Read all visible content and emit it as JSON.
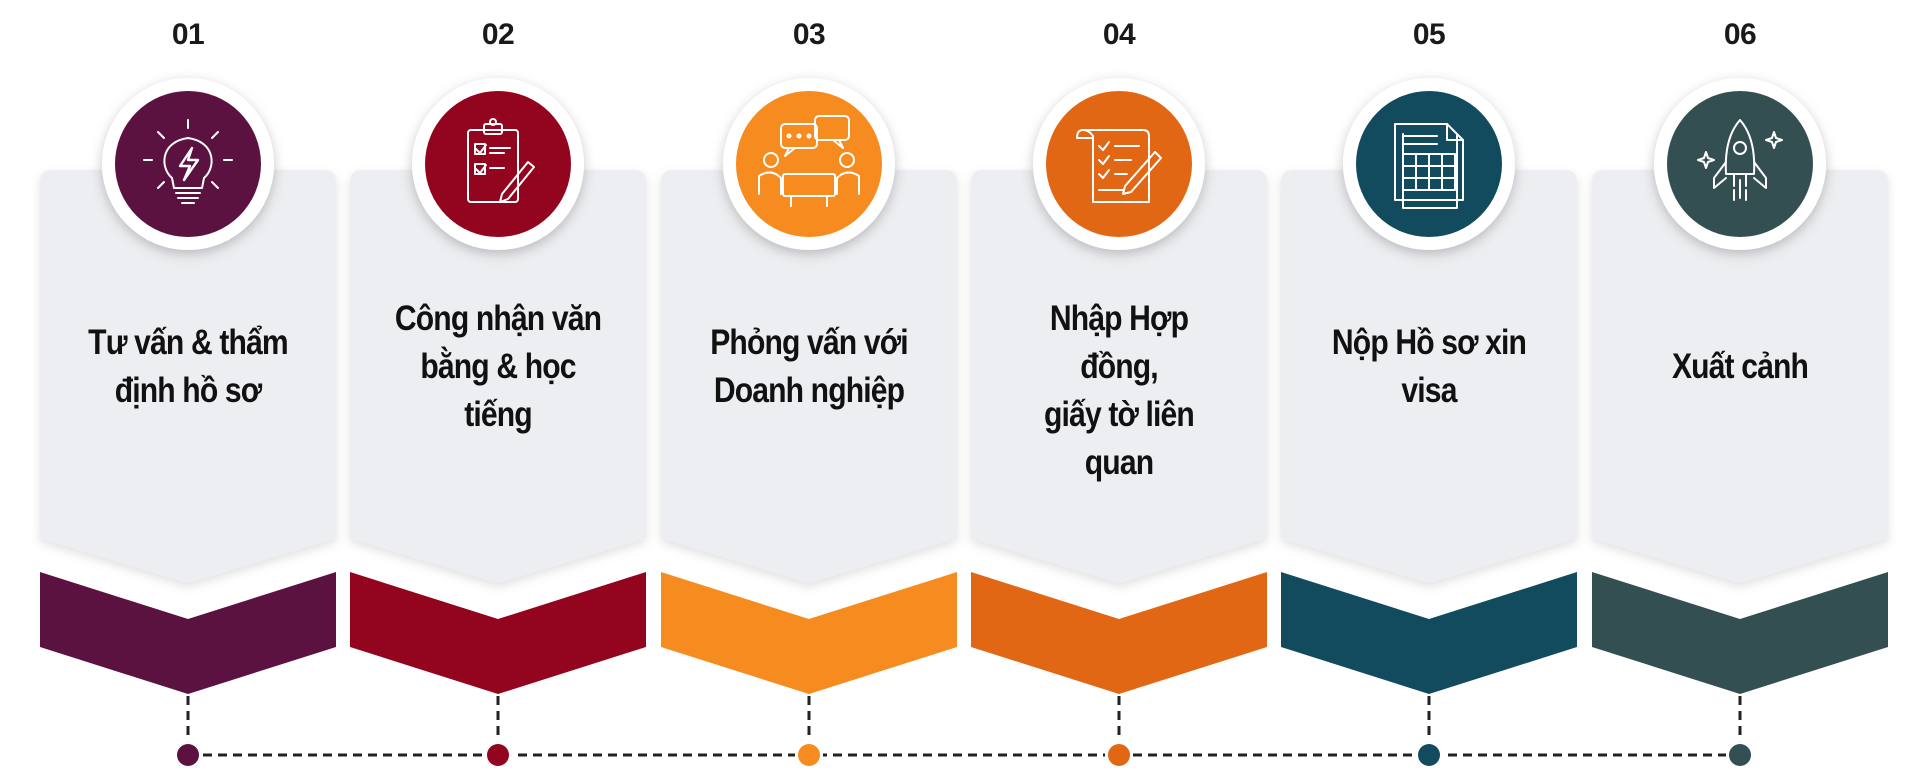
{
  "steps": [
    {
      "number": "01",
      "title": "Tư vấn & thẩm định hồ sơ",
      "title_lines": [
        "Tư vấn & thẩm",
        "định hồ sơ"
      ],
      "color": "#5c1240",
      "icon": "lightbulb-icon"
    },
    {
      "number": "02",
      "title": "Công nhận văn bằng & học tiếng",
      "title_lines": [
        "Công nhận văn",
        "bằng & học",
        "tiếng"
      ],
      "color": "#93051f",
      "icon": "checklist-clipboard-icon"
    },
    {
      "number": "03",
      "title": "Phỏng vấn với Doanh nghiệp",
      "title_lines": [
        "Phỏng vấn với",
        "Doanh nghiệp"
      ],
      "color": "#f68b20",
      "icon": "meeting-chat-icon"
    },
    {
      "number": "04",
      "title": "Nhập Hợp đồng, giấy tờ liên quan",
      "title_lines": [
        "Nhập Hợp đồng,",
        "giấy tờ liên",
        "quan"
      ],
      "color": "#e26715",
      "icon": "contract-pen-icon"
    },
    {
      "number": "05",
      "title": "Nộp Hồ sơ xin visa",
      "title_lines": [
        "Nộp Hồ sơ xin",
        "visa"
      ],
      "color": "#124b5d",
      "icon": "document-table-icon"
    },
    {
      "number": "06",
      "title": "Xuất cảnh",
      "title_lines": [
        "Xuất cảnh"
      ],
      "color": "#344f52",
      "icon": "rocket-icon"
    }
  ],
  "colors": {
    "card": "#eceef1",
    "icon_stroke": "#ffffff",
    "text": "#111111",
    "timeline": "#222222"
  }
}
